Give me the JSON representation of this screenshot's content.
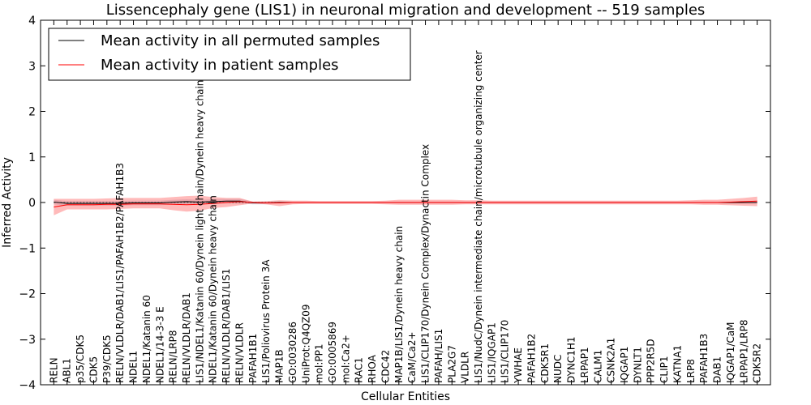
{
  "chart_data": {
    "type": "line",
    "title": "Lissencephaly gene (LIS1) in neuronal migration and development -- 519 samples",
    "xlabel": "Cellular Entities",
    "ylabel": "Inferred Activity",
    "ylim": [
      -4,
      4
    ],
    "yticks": [
      "4",
      "3",
      "2",
      "1",
      "0",
      "−1",
      "−2",
      "−3",
      "−4"
    ],
    "ytick_values": [
      4,
      3,
      2,
      1,
      0,
      -1,
      -2,
      -3,
      -4
    ],
    "grid": false,
    "legend_position": "top-left",
    "categories": [
      "RELN",
      "ABL1",
      "p35/CDK5",
      "CDK5",
      "P39/CDK5",
      "RELN/VLDLR/DAB1/LIS1/PAFAH1B2/PAFAH1B3",
      "NDEL1",
      "NDEL1/Katanin 60",
      "NDEL1/14-3-3 E",
      "RELN/LRP8",
      "RELN/VLDLR/DAB1",
      "LIS1/NDEL1/Katanin 60/Dynein light chain/Dynein heavy chain",
      "NDEL1/Katanin 60/Dynein heavy chain",
      "RELN/VLDLR/DAB1/LIS1",
      "RELN/VLDLR",
      "PAFAH1B1",
      "LIS1/Poliovirus Protein 3A",
      "MAP1B",
      "GO:0030286",
      "UniProt:Q4QZ09",
      "mol:PP1",
      "GO:0005869",
      "mol:Ca2+",
      "RAC1",
      "RHOA",
      "CDC42",
      "MAP1B/LIS1/Dynein heavy chain",
      "CaM/Ca2+",
      "LIS1/CLIP170/Dynein Complex/Dynactin Complex",
      "PAFAH/LIS1",
      "PLA2G7",
      "VLDLR",
      "LIS1/NudC/Dynein intermediate chain/microtubule organizing center",
      "LIS1/IQGAP1",
      "LIS1/CLIP170",
      "YWHAE",
      "PAFAH1B2",
      "CDK5R1",
      "NUDC",
      "DYNC1H1",
      "LRPAP1",
      "CALM1",
      "CSNK2A1",
      "IQGAP1",
      "DYNLT1",
      "PPP2R5D",
      "CLIP1",
      "KATNA1",
      "LRP8",
      "PAFAH1B3",
      "DAB1",
      "IQGAP1/CaM",
      "LRPAP1/LRP8",
      "CDK5R2"
    ],
    "series": [
      {
        "name": "Mean activity in all permuted samples",
        "color": "#000000",
        "band_color": "#b0b0c8",
        "values": [
          0.01,
          -0.02,
          -0.02,
          -0.02,
          -0.02,
          -0.02,
          -0.01,
          -0.01,
          -0.01,
          0.01,
          0.02,
          0.01,
          0.02,
          0.03,
          0.03,
          -0.01,
          -0.01,
          0.0,
          0.0,
          0.0,
          0.0,
          0.0,
          0.0,
          0.0,
          0.0,
          0.0,
          0.0,
          0.0,
          0.0,
          0.0,
          0.0,
          0.0,
          0.0,
          0.0,
          0.0,
          0.0,
          0.0,
          0.0,
          0.0,
          0.0,
          0.0,
          0.0,
          0.0,
          0.0,
          0.0,
          0.0,
          0.0,
          0.0,
          0.0,
          0.0,
          0.0,
          0.0,
          0.0,
          0.0
        ],
        "upper": [
          0.06,
          0.03,
          0.03,
          0.03,
          0.03,
          0.03,
          0.04,
          0.04,
          0.04,
          0.06,
          0.07,
          0.06,
          0.07,
          0.08,
          0.08,
          0.02,
          0.02,
          0.02,
          0.02,
          0.02,
          0.02,
          0.02,
          0.02,
          0.02,
          0.02,
          0.02,
          0.02,
          0.02,
          0.02,
          0.02,
          0.02,
          0.02,
          0.02,
          0.02,
          0.02,
          0.02,
          0.02,
          0.02,
          0.02,
          0.02,
          0.02,
          0.02,
          0.02,
          0.02,
          0.02,
          0.02,
          0.02,
          0.02,
          0.02,
          0.02,
          0.02,
          0.02,
          0.02,
          0.02
        ],
        "lower": [
          -0.04,
          -0.07,
          -0.07,
          -0.07,
          -0.07,
          -0.07,
          -0.06,
          -0.06,
          -0.06,
          -0.04,
          -0.03,
          -0.04,
          -0.03,
          -0.02,
          -0.02,
          -0.04,
          -0.04,
          -0.02,
          -0.02,
          -0.02,
          -0.02,
          -0.02,
          -0.02,
          -0.02,
          -0.02,
          -0.02,
          -0.02,
          -0.02,
          -0.02,
          -0.02,
          -0.02,
          -0.02,
          -0.02,
          -0.02,
          -0.02,
          -0.02,
          -0.02,
          -0.02,
          -0.02,
          -0.02,
          -0.02,
          -0.02,
          -0.02,
          -0.02,
          -0.02,
          -0.02,
          -0.02,
          -0.02,
          -0.02,
          -0.02,
          -0.02,
          -0.02,
          -0.02,
          -0.02
        ]
      },
      {
        "name": "Mean activity in patient samples",
        "color": "#ff0000",
        "band_color": "#ff6666",
        "values": [
          -0.1,
          -0.05,
          -0.05,
          -0.05,
          -0.04,
          -0.04,
          -0.03,
          -0.03,
          -0.03,
          -0.04,
          -0.05,
          -0.04,
          -0.02,
          0.0,
          0.02,
          0.0,
          -0.01,
          -0.01,
          0.0,
          0.0,
          0.0,
          0.0,
          0.0,
          0.0,
          0.0,
          0.0,
          0.0,
          0.0,
          0.0,
          0.0,
          0.0,
          0.0,
          0.0,
          0.0,
          0.0,
          0.0,
          0.0,
          0.0,
          0.0,
          0.0,
          0.0,
          0.0,
          0.0,
          0.0,
          0.0,
          0.0,
          0.0,
          0.0,
          0.0,
          0.0,
          0.0,
          0.01,
          0.02,
          0.03
        ],
        "upper": [
          0.08,
          0.08,
          0.08,
          0.08,
          0.09,
          0.1,
          0.1,
          0.1,
          0.1,
          0.12,
          0.14,
          0.15,
          0.12,
          0.1,
          0.1,
          0.02,
          0.03,
          0.05,
          0.04,
          0.04,
          0.03,
          0.03,
          0.03,
          0.03,
          0.03,
          0.04,
          0.06,
          0.06,
          0.06,
          0.06,
          0.06,
          0.05,
          0.05,
          0.04,
          0.04,
          0.04,
          0.04,
          0.04,
          0.04,
          0.04,
          0.04,
          0.04,
          0.04,
          0.04,
          0.04,
          0.04,
          0.04,
          0.04,
          0.05,
          0.06,
          0.06,
          0.08,
          0.1,
          0.13
        ],
        "lower": [
          -0.28,
          -0.15,
          -0.15,
          -0.15,
          -0.15,
          -0.14,
          -0.13,
          -0.13,
          -0.13,
          -0.17,
          -0.2,
          -0.18,
          -0.12,
          -0.1,
          -0.06,
          -0.02,
          -0.04,
          -0.08,
          -0.04,
          -0.03,
          -0.03,
          -0.03,
          -0.03,
          -0.03,
          -0.03,
          -0.04,
          -0.05,
          -0.05,
          -0.05,
          -0.05,
          -0.05,
          -0.04,
          -0.04,
          -0.04,
          -0.04,
          -0.04,
          -0.04,
          -0.04,
          -0.04,
          -0.04,
          -0.04,
          -0.04,
          -0.04,
          -0.04,
          -0.04,
          -0.04,
          -0.04,
          -0.04,
          -0.04,
          -0.05,
          -0.05,
          -0.06,
          -0.07,
          -0.08
        ]
      }
    ]
  }
}
